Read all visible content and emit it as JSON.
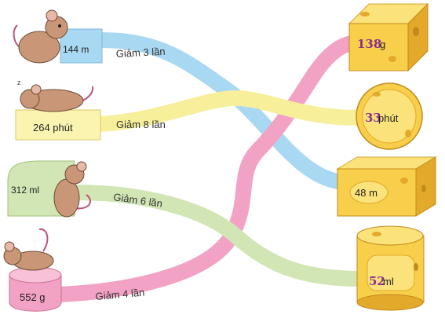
{
  "mice": [
    {
      "value": "144 m"
    },
    {
      "value": "264 phút"
    },
    {
      "value": "312 ml"
    },
    {
      "value": "552 g"
    }
  ],
  "paths": [
    {
      "label": "Giảm 3 lần",
      "color": "#a9d8f2"
    },
    {
      "label": "Giảm 8 lần",
      "color": "#f7ef9a"
    },
    {
      "label": "Giảm 6 lần",
      "color": "#d2e6b5"
    },
    {
      "label": "Giảm 4 lần",
      "color": "#f2a2c4"
    }
  ],
  "cheeses": [
    {
      "number": "138",
      "unit": "g"
    },
    {
      "number": "33",
      "unit": " phút"
    },
    {
      "number": "",
      "unit": "48 m"
    },
    {
      "number": "52",
      "unit": " ml"
    }
  ],
  "colors": {
    "answer_number": "#8a2d8e",
    "cheese": "#f7cf4a",
    "cheese_shadow": "#e3a92a",
    "mouse": "#c99778"
  }
}
